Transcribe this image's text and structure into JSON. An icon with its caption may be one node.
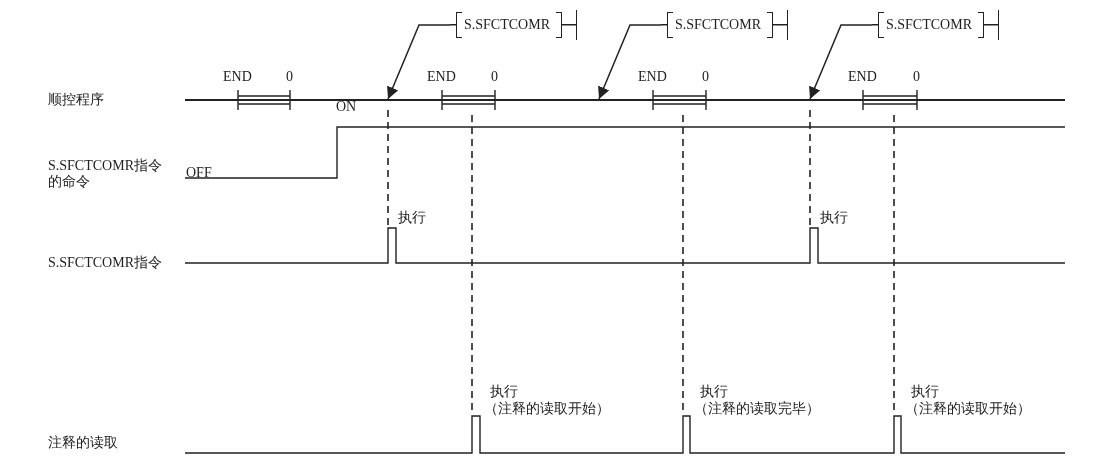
{
  "diagram": {
    "nodes": [
      {
        "text": [
          "S.SFCTCOMR"
        ]
      },
      {
        "text": [
          "S.SFCTCOMR"
        ]
      },
      {
        "text": [
          "S.SFCTCOMR"
        ]
      },
      {
        "text": [],
        "shape": "line"
      }
    ],
    "edges": [
      {
        "from": 0,
        "to": 3,
        "arrow": "to"
      },
      {
        "from": 1,
        "to": 3,
        "arrow": "to"
      },
      {
        "from": 2,
        "to": 3,
        "arrow": "to"
      }
    ],
    "labels": [
      "顺控程序",
      "END",
      "0",
      "END",
      "0",
      "END",
      "0",
      "END",
      "0",
      "ON",
      "S.SFCTCOMR指令的命令",
      "OFF",
      "执行",
      "执行",
      "S.SFCTCOMR指令",
      "执行",
      "（注释的读取开始）",
      "执行",
      "（注释的读取完毕）",
      "执行",
      "（注释的读取开始）",
      "注释的读取"
    ]
  }
}
